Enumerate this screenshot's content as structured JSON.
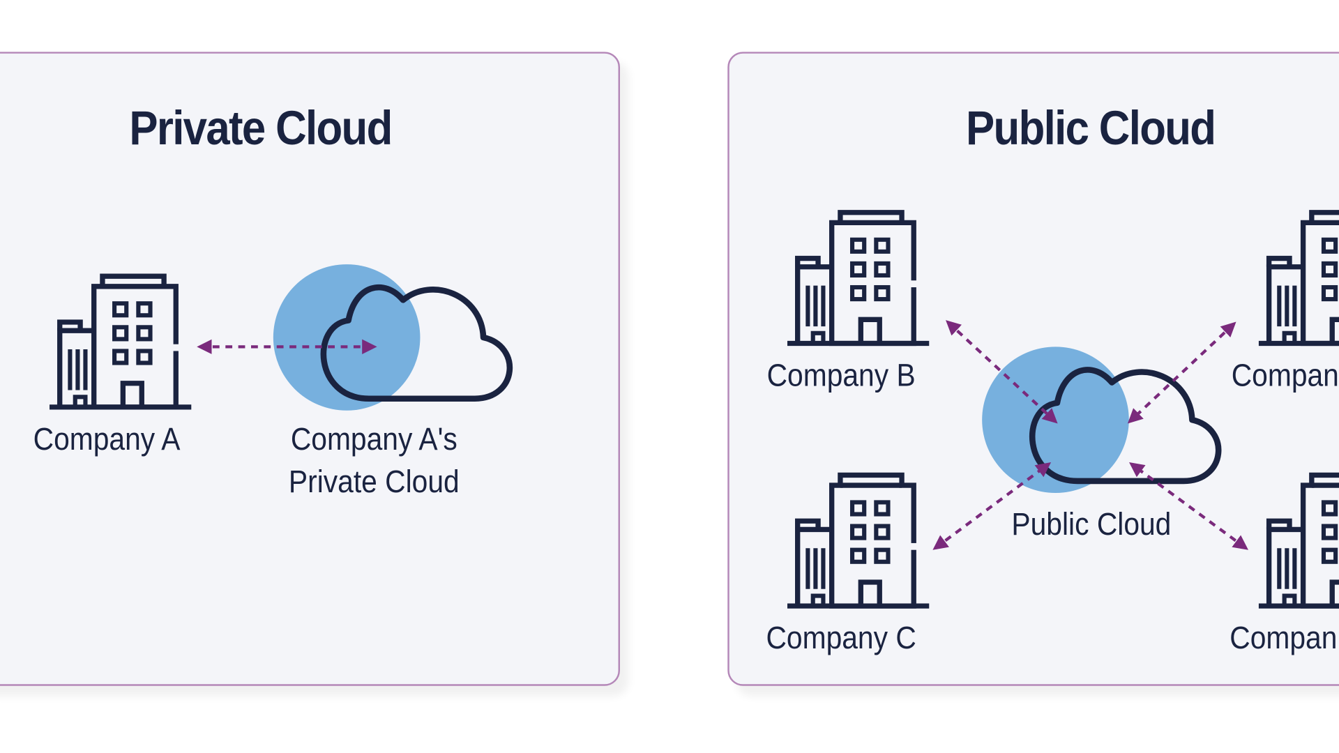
{
  "private_panel": {
    "title": "Private Cloud",
    "company_label": "Company A",
    "cloud_label_line1": "Company A's",
    "cloud_label_line2": "Private Cloud"
  },
  "public_panel": {
    "title": "Public Cloud",
    "cloud_label": "Public Cloud",
    "company_labels": {
      "top_left": "Company B",
      "bottom_left": "Company C",
      "top_right": "Compan",
      "bottom_right": "Compan"
    }
  },
  "colors": {
    "panel_bg": "#f4f5f9",
    "panel_border": "#b487b8",
    "ink": "#1a2340",
    "cloud_blue": "#77b0de",
    "arrow_purple": "#7a2a7c"
  },
  "icons": {
    "building": "building-icon",
    "cloud": "cloud-icon",
    "arrow": "dashed-double-arrow"
  }
}
